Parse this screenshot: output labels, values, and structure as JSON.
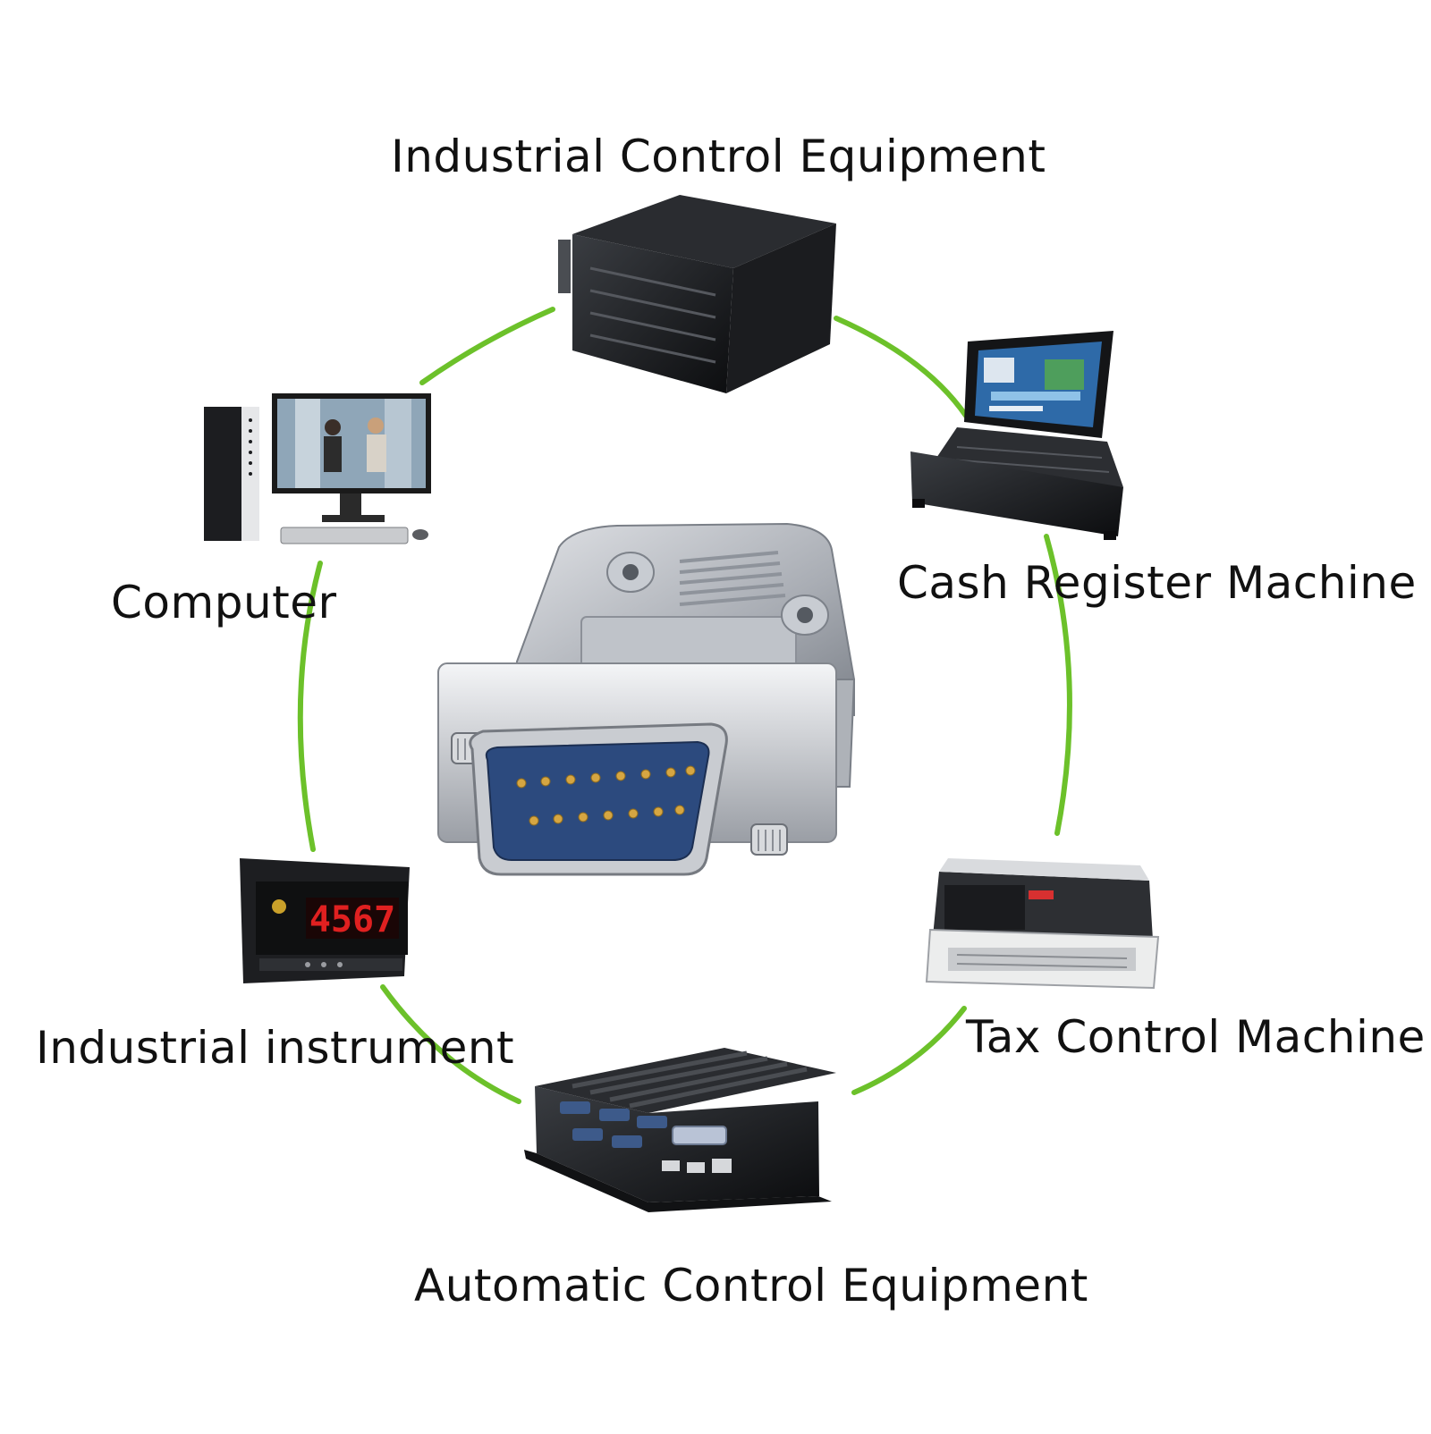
{
  "labels": {
    "top": "Industrial Control Equipment",
    "right_top": "Cash Register Machine",
    "left_top": "Computer",
    "left_bottom": "Industrial instrument",
    "right_bottom": "Tax Control Machine",
    "bottom": "Automatic Control Equipment"
  },
  "display_readout": "4567",
  "icons": {
    "center": "db15-connector-icon",
    "top": "rack-server-icon",
    "right_top": "rugged-laptop-icon",
    "left_top": "desktop-computer-icon",
    "left_bottom": "panel-meter-icon",
    "right_bottom": "dot-matrix-printer-icon",
    "bottom": "fanless-industrial-pc-icon"
  },
  "colors": {
    "ring": "#6cc12a",
    "text": "#111111",
    "display_digits": "#e02020"
  }
}
